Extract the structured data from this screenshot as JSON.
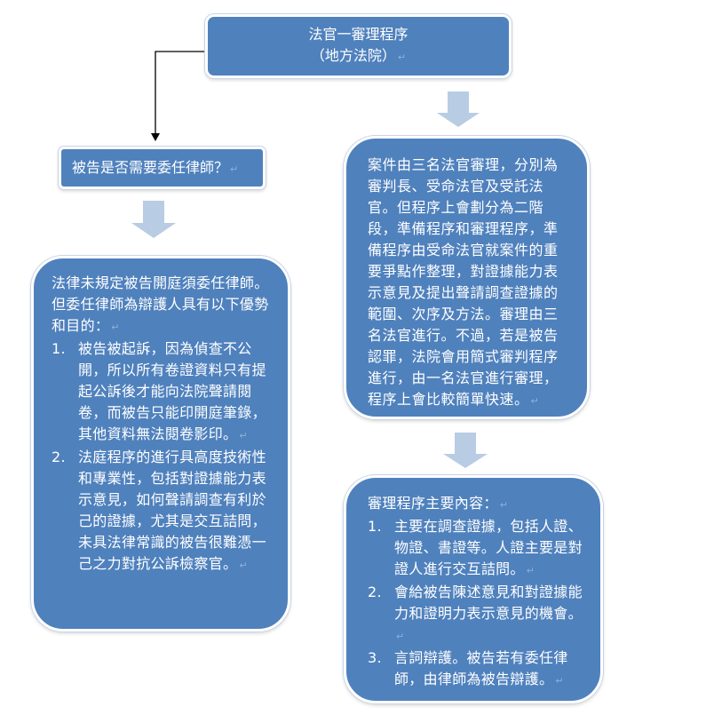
{
  "colors": {
    "box_fill": "#4f81bd",
    "box_border": "#ffffff",
    "block_arrow": "#b8cce4",
    "connector": "#000000"
  },
  "para_mark": "↵",
  "top_box": {
    "title": "法官一審理程序",
    "subtitle": "（地方法院）"
  },
  "question_box": {
    "text": "被告是否需要委任律師？"
  },
  "lawyer_box": {
    "intro": "法律未規定被告開庭須委任律師。但委任律師為辯護人具有以下優勢和目的：",
    "items": [
      {
        "num": "1.",
        "text": "被告被起訴，因為偵查不公開，所以所有卷證資料只有提起公訴後才能向法院聲請閱卷，而被告只能印開庭筆錄，其他資料無法閱卷影印。"
      },
      {
        "num": "2.",
        "text": "法庭程序的進行具高度技術性和專業性，包括對證據能力表示意見，如何聲請調查有利於己的證據，尤其是交互詰問，未具法律常識的被告很難憑一己之力對抗公訴檢察官。"
      }
    ]
  },
  "case_box": {
    "text": "案件由三名法官審理，分別為審判長、受命法官及受託法官。但程序上會劃分為二階段，準備程序和審理程序，準備程序由受命法官就案件的重要爭點作整理，對證據能力表示意見及提出聲請調查證據的範圍、次序及方法。審理由三名法官進行。不過，若是被告認罪，法院會用簡式審判程序進行，由一名法官進行審理，程序上會比較簡單快速。"
  },
  "content_box": {
    "intro": "審理程序主要內容：",
    "items": [
      {
        "num": "1.",
        "text": "主要在調查證據，包括人證、物證、書證等。人證主要是對證人進行交互詰問。"
      },
      {
        "num": "2.",
        "text": "會給被告陳述意見和對證據能力和證明力表示意見的機會。"
      },
      {
        "num": "3.",
        "text": "言詞辯護。被告若有委任律師，由律師為被告辯護。"
      }
    ]
  }
}
